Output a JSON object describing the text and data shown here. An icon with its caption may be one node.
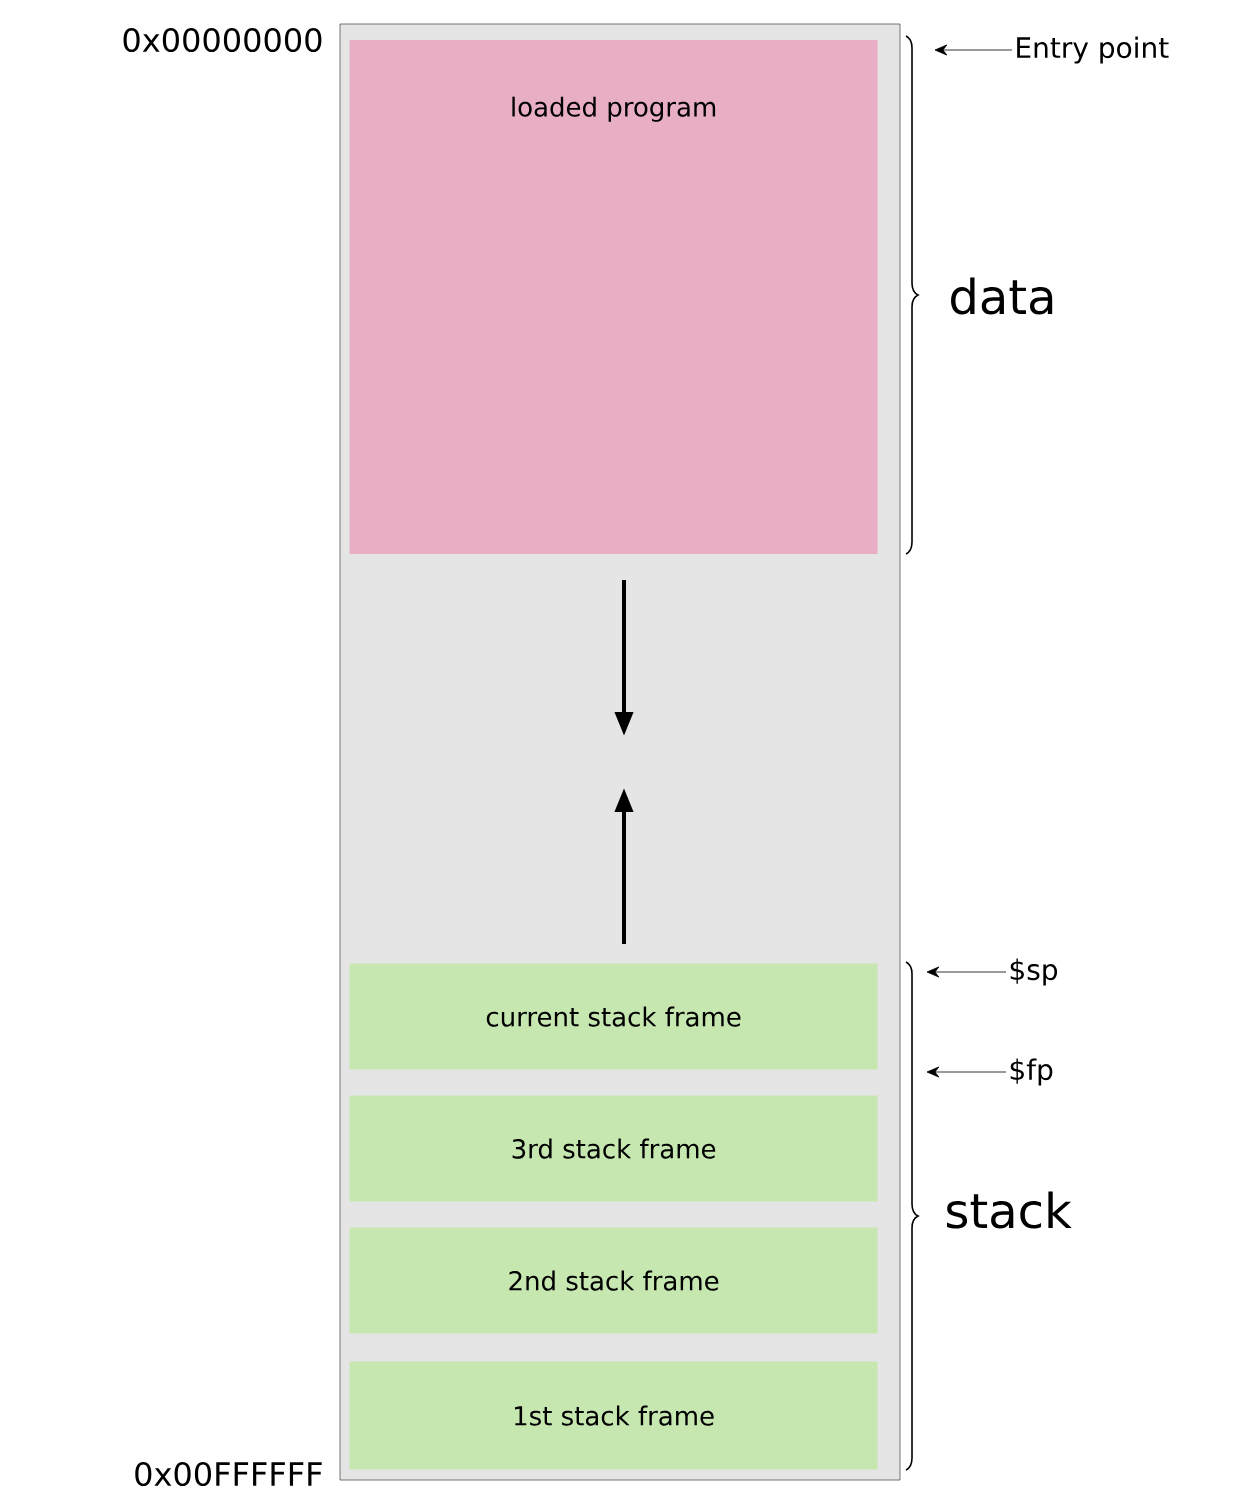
{
  "diagram": {
    "nodes": [
      {
        "text": [],
        "shape": "box"
      },
      {
        "text": [
          "loaded program"
        ],
        "in": 0
      },
      {
        "text": [
          "current stack frame"
        ],
        "in": 0
      },
      {
        "text": [
          "3rd stack frame"
        ],
        "in": 0
      },
      {
        "text": [
          "2nd stack frame"
        ],
        "in": 0
      },
      {
        "text": [
          "1st stack frame"
        ],
        "in": 0
      },
      {
        "text": [
          "Entry point"
        ]
      },
      {
        "text": [
          "$sp"
        ]
      },
      {
        "text": [
          "$fp"
        ]
      }
    ],
    "edges": [
      {
        "from": 6,
        "to": null,
        "arrow": "to"
      },
      {
        "from": 7,
        "to": null,
        "arrow": "to"
      },
      {
        "from": 8,
        "to": null,
        "arrow": "to"
      }
    ],
    "labels": [
      "0x00000000",
      "data",
      "stack",
      "0x00FFFFFF"
    ]
  }
}
